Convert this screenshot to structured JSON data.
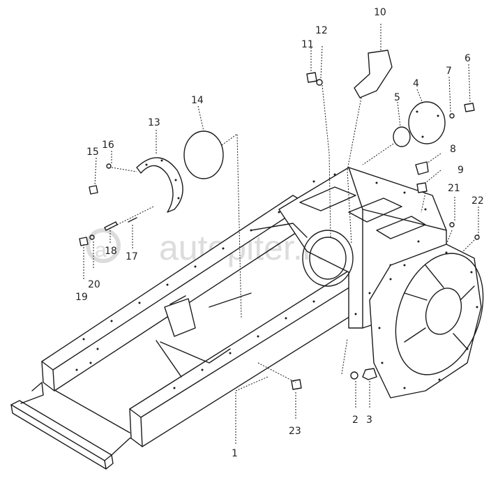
{
  "watermark": {
    "text": "autopiter.ru"
  },
  "callouts": [
    {
      "id": "1",
      "label": "1"
    },
    {
      "id": "2",
      "label": "2"
    },
    {
      "id": "3",
      "label": "3"
    },
    {
      "id": "4",
      "label": "4"
    },
    {
      "id": "5",
      "label": "5"
    },
    {
      "id": "6",
      "label": "6"
    },
    {
      "id": "7",
      "label": "7"
    },
    {
      "id": "8",
      "label": "8"
    },
    {
      "id": "9",
      "label": "9"
    },
    {
      "id": "10",
      "label": "10"
    },
    {
      "id": "11",
      "label": "11"
    },
    {
      "id": "12",
      "label": "12"
    },
    {
      "id": "13",
      "label": "13"
    },
    {
      "id": "14",
      "label": "14"
    },
    {
      "id": "15",
      "label": "15"
    },
    {
      "id": "16",
      "label": "16"
    },
    {
      "id": "17",
      "label": "17"
    },
    {
      "id": "18",
      "label": "18"
    },
    {
      "id": "19",
      "label": "19"
    },
    {
      "id": "20",
      "label": "20"
    },
    {
      "id": "21",
      "label": "21"
    },
    {
      "id": "22",
      "label": "22"
    },
    {
      "id": "23",
      "label": "23"
    }
  ]
}
